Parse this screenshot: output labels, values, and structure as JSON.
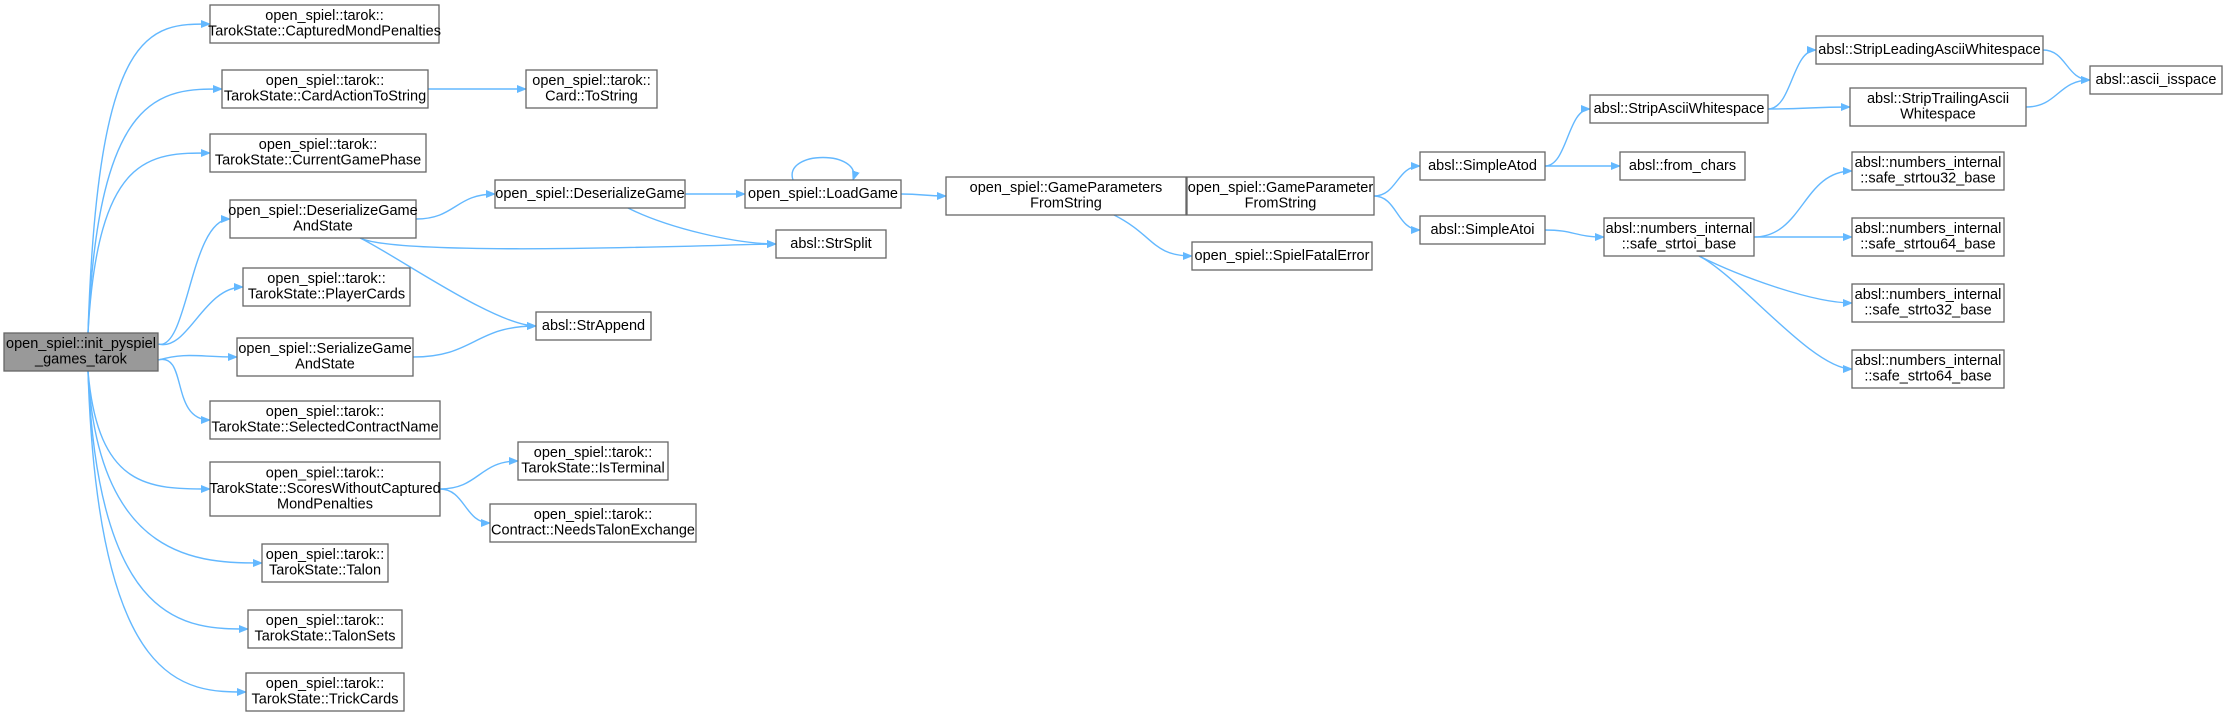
{
  "diagram": {
    "type": "call-graph",
    "edge_color": "#63b8ff",
    "root_fill": "#999999",
    "node_border": "#666666",
    "nodes": [
      {
        "id": "root",
        "lines": [
          "open_spiel::init_pyspiel",
          "_games_tarok"
        ],
        "root": true
      },
      {
        "id": "n1",
        "lines": [
          "open_spiel::tarok::",
          "TarokState::CapturedMondPenalties"
        ]
      },
      {
        "id": "n2",
        "lines": [
          "open_spiel::tarok::",
          "TarokState::CardActionToString"
        ]
      },
      {
        "id": "n3",
        "lines": [
          "open_spiel::tarok::",
          "Card::ToString"
        ]
      },
      {
        "id": "n4",
        "lines": [
          "open_spiel::tarok::",
          "TarokState::CurrentGamePhase"
        ]
      },
      {
        "id": "n5",
        "lines": [
          "open_spiel::DeserializeGame",
          "AndState"
        ]
      },
      {
        "id": "n6",
        "lines": [
          "open_spiel::DeserializeGame"
        ]
      },
      {
        "id": "n7",
        "lines": [
          "open_spiel::LoadGame"
        ]
      },
      {
        "id": "n8",
        "lines": [
          "absl::StrSplit"
        ]
      },
      {
        "id": "n9",
        "lines": [
          "absl::StrAppend"
        ]
      },
      {
        "id": "n10",
        "lines": [
          "open_spiel::GameParameters",
          "FromString"
        ]
      },
      {
        "id": "n11",
        "lines": [
          "open_spiel::GameParameter",
          "FromString"
        ]
      },
      {
        "id": "n12",
        "lines": [
          "open_spiel::SpielFatalError"
        ]
      },
      {
        "id": "n13",
        "lines": [
          "absl::SimpleAtod"
        ]
      },
      {
        "id": "n14",
        "lines": [
          "absl::StripAsciiWhitespace"
        ]
      },
      {
        "id": "n15",
        "lines": [
          "absl::StripLeadingAsciiWhitespace"
        ]
      },
      {
        "id": "n16",
        "lines": [
          "absl::ascii_isspace"
        ]
      },
      {
        "id": "n17",
        "lines": [
          "absl::StripTrailingAscii",
          "Whitespace"
        ]
      },
      {
        "id": "n18",
        "lines": [
          "absl::from_chars"
        ]
      },
      {
        "id": "n19",
        "lines": [
          "absl::SimpleAtoi"
        ]
      },
      {
        "id": "n20",
        "lines": [
          "absl::numbers_internal",
          "::safe_strtoi_base"
        ]
      },
      {
        "id": "n21",
        "lines": [
          "absl::numbers_internal",
          "::safe_strtou32_base"
        ]
      },
      {
        "id": "n22",
        "lines": [
          "absl::numbers_internal",
          "::safe_strtou64_base"
        ]
      },
      {
        "id": "n23",
        "lines": [
          "absl::numbers_internal",
          "::safe_strto32_base"
        ]
      },
      {
        "id": "n24",
        "lines": [
          "absl::numbers_internal",
          "::safe_strto64_base"
        ]
      },
      {
        "id": "n25",
        "lines": [
          "open_spiel::tarok::",
          "TarokState::PlayerCards"
        ]
      },
      {
        "id": "n26",
        "lines": [
          "open_spiel::SerializeGame",
          "AndState"
        ]
      },
      {
        "id": "n27",
        "lines": [
          "open_spiel::tarok::",
          "TarokState::SelectedContractName"
        ]
      },
      {
        "id": "n28",
        "lines": [
          "open_spiel::tarok::",
          "TarokState::ScoresWithoutCaptured",
          "MondPenalties"
        ]
      },
      {
        "id": "n29",
        "lines": [
          "open_spiel::tarok::",
          "TarokState::IsTerminal"
        ]
      },
      {
        "id": "n30",
        "lines": [
          "open_spiel::tarok::",
          "Contract::NeedsTalonExchange"
        ]
      },
      {
        "id": "n31",
        "lines": [
          "open_spiel::tarok::",
          "TarokState::Talon"
        ]
      },
      {
        "id": "n32",
        "lines": [
          "open_spiel::tarok::",
          "TarokState::TalonSets"
        ]
      },
      {
        "id": "n33",
        "lines": [
          "open_spiel::tarok::",
          "TarokState::TrickCards"
        ]
      }
    ],
    "edges": [
      [
        "root",
        "n1"
      ],
      [
        "root",
        "n2"
      ],
      [
        "root",
        "n4"
      ],
      [
        "root",
        "n5"
      ],
      [
        "root",
        "n25"
      ],
      [
        "root",
        "n26"
      ],
      [
        "root",
        "n27"
      ],
      [
        "root",
        "n28"
      ],
      [
        "root",
        "n31"
      ],
      [
        "root",
        "n32"
      ],
      [
        "root",
        "n33"
      ],
      [
        "n2",
        "n3"
      ],
      [
        "n5",
        "n6"
      ],
      [
        "n5",
        "n8"
      ],
      [
        "n5",
        "n9"
      ],
      [
        "n6",
        "n7"
      ],
      [
        "n6",
        "n8"
      ],
      [
        "n7",
        "n7"
      ],
      [
        "n7",
        "n10"
      ],
      [
        "n10",
        "n11"
      ],
      [
        "n11",
        "n10"
      ],
      [
        "n10",
        "n12"
      ],
      [
        "n11",
        "n13"
      ],
      [
        "n11",
        "n19"
      ],
      [
        "n13",
        "n14"
      ],
      [
        "n13",
        "n18"
      ],
      [
        "n14",
        "n15"
      ],
      [
        "n14",
        "n17"
      ],
      [
        "n15",
        "n16"
      ],
      [
        "n17",
        "n16"
      ],
      [
        "n19",
        "n20"
      ],
      [
        "n20",
        "n21"
      ],
      [
        "n20",
        "n22"
      ],
      [
        "n20",
        "n23"
      ],
      [
        "n20",
        "n24"
      ],
      [
        "n26",
        "n9"
      ],
      [
        "n28",
        "n29"
      ],
      [
        "n28",
        "n30"
      ]
    ]
  }
}
